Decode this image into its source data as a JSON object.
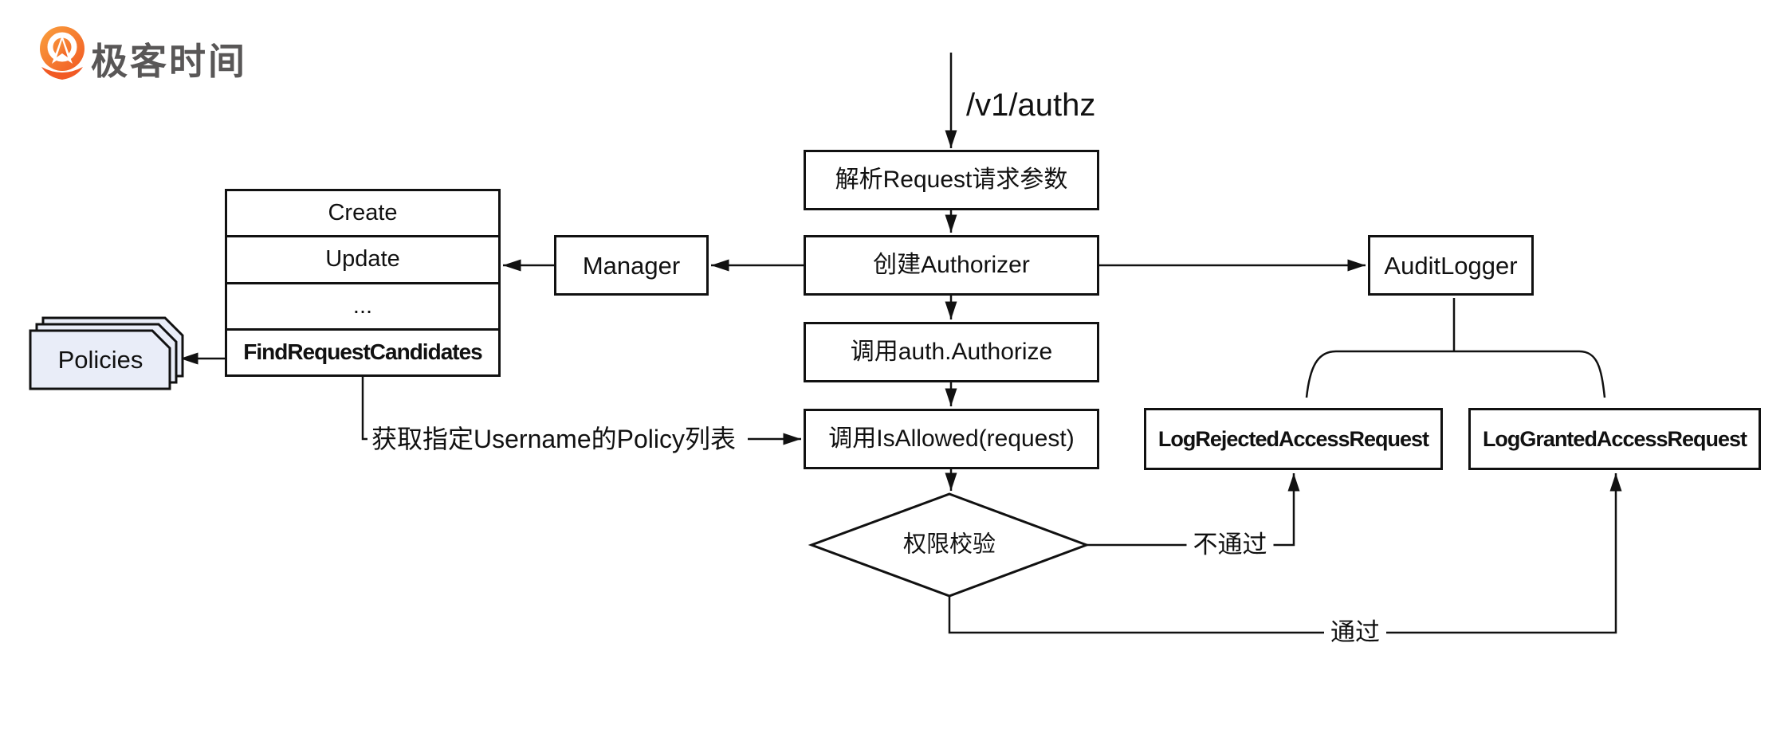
{
  "logo": {
    "brand": "极客时间"
  },
  "flow": {
    "entry_label": "/v1/authz",
    "nodes": {
      "parse_request": "解析Request请求参数",
      "create_authorizer": "创建Authorizer",
      "call_authorize": "调用auth.Authorize",
      "call_isallowed": "调用IsAllowed(request)",
      "decision": "权限校验",
      "manager": "Manager",
      "audit_logger": "AuditLogger",
      "log_rejected": "LogRejectedAccessRequest",
      "log_granted": "LogGrantedAccessRequest",
      "policies": "Policies"
    },
    "manager_methods": [
      "Create",
      "Update",
      "...",
      "FindRequestCandidates"
    ],
    "edge_labels": {
      "get_policies": "获取指定Username的Policy列表",
      "rejected": "不通过",
      "granted": "通过"
    }
  },
  "colors": {
    "line": "#111111",
    "node_fill": "#ffffff",
    "policies_fill": "#e9edf8",
    "brand_orange": "#f15a24",
    "brand_orange_light": "#faa13e",
    "brand_text_gray": "#595757"
  }
}
